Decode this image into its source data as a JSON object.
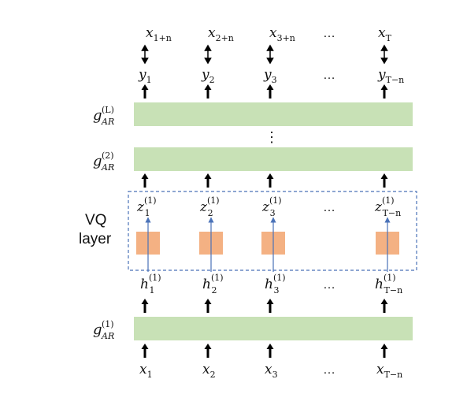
{
  "colors": {
    "layer_fill": "#c8e1b6",
    "vq_box_fill": "#f4b183",
    "vq_border": "#4a72b8",
    "thin_arrow": "#4a72b8",
    "arrow": "#000000"
  },
  "top_outputs": [
    {
      "base": "x",
      "sub": "1+n"
    },
    {
      "base": "x",
      "sub": "2+n"
    },
    {
      "base": "x",
      "sub": "3+n"
    },
    {
      "ellipsis": "…"
    },
    {
      "base": "x",
      "sub": "T"
    }
  ],
  "predictions": [
    {
      "base": "y",
      "sub": "1"
    },
    {
      "base": "y",
      "sub": "2"
    },
    {
      "base": "y",
      "sub": "3"
    },
    {
      "ellipsis": "…"
    },
    {
      "base": "y",
      "sub": "T−n"
    }
  ],
  "layer_labels": {
    "top": {
      "base": "g",
      "sub": "AR",
      "sup": "(L)"
    },
    "second": {
      "base": "g",
      "sub": "AR",
      "sup": "(2)"
    },
    "first": {
      "base": "g",
      "sub": "AR",
      "sup": "(1)"
    }
  },
  "vertical_ellipsis": "⋮",
  "vq_label": [
    "VQ",
    "layer"
  ],
  "z_codes": [
    {
      "base": "z",
      "sub": "1",
      "sup": "(1)"
    },
    {
      "base": "z",
      "sub": "2",
      "sup": "(1)"
    },
    {
      "base": "z",
      "sub": "3",
      "sup": "(1)"
    },
    {
      "ellipsis": "…"
    },
    {
      "base": "z",
      "sub": "T−n",
      "sup": "(1)"
    }
  ],
  "h_states": [
    {
      "base": "h",
      "sub": "1",
      "sup": "(1)"
    },
    {
      "base": "h",
      "sub": "2",
      "sup": "(1)"
    },
    {
      "base": "h",
      "sub": "3",
      "sup": "(1)"
    },
    {
      "ellipsis": "…"
    },
    {
      "base": "h",
      "sub": "T−n",
      "sup": "(1)"
    }
  ],
  "inputs": [
    {
      "base": "x",
      "sub": "1"
    },
    {
      "base": "x",
      "sub": "2"
    },
    {
      "base": "x",
      "sub": "3"
    },
    {
      "ellipsis": "…"
    },
    {
      "base": "x",
      "sub": "T−n"
    }
  ]
}
